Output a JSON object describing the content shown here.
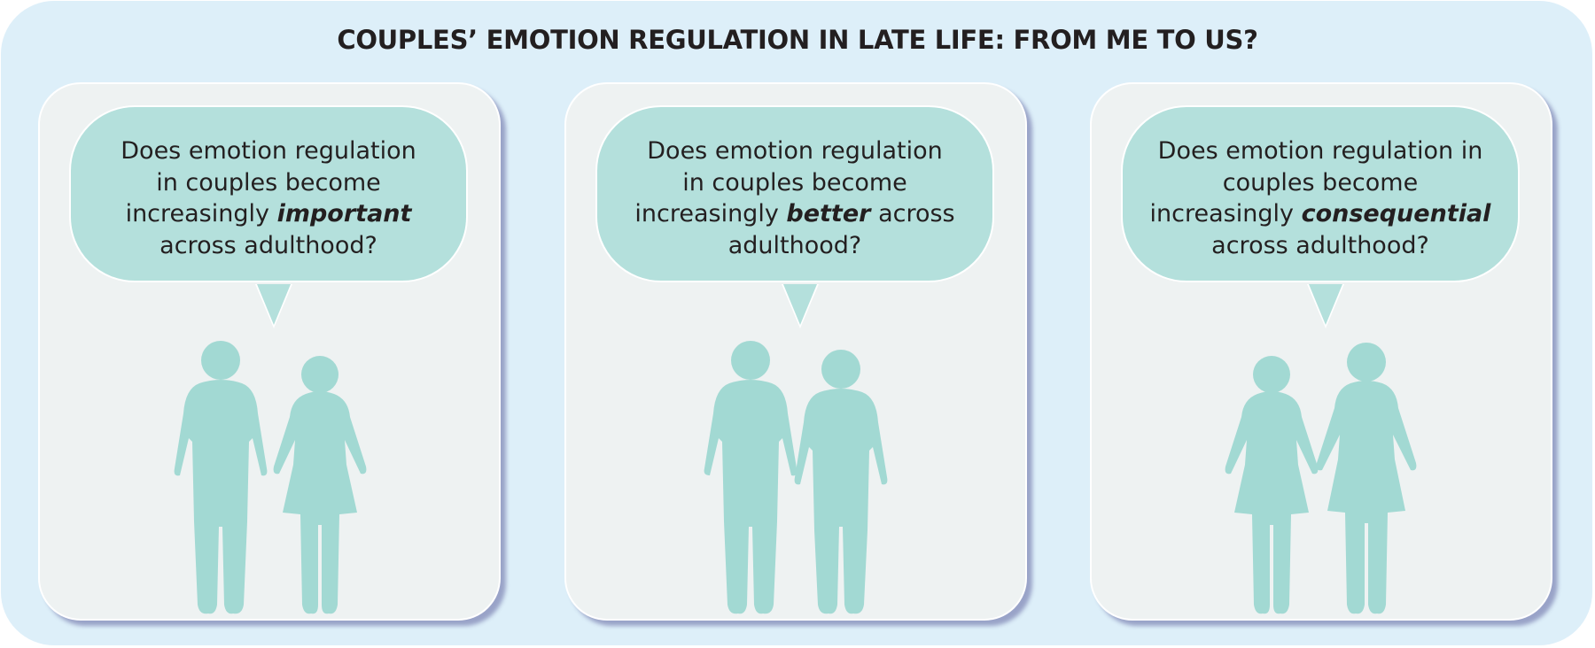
{
  "title": "COUPLES’ EMOTION REGULATION IN LATE LIFE: FROM ME TO US?",
  "panels": [
    {
      "line1": "Does emotion regulation",
      "line2": "in couples become",
      "line3_pre": "increasingly ",
      "line3_em": "important",
      "line3_post": "",
      "line4": "across adulthood?",
      "figures": [
        "man",
        "woman"
      ]
    },
    {
      "line1": "Does emotion regulation",
      "line2": "in couples become",
      "line3_pre": "increasingly ",
      "line3_em": "better",
      "line3_post": " across",
      "line4": "adulthood?",
      "figures": [
        "man",
        "man"
      ]
    },
    {
      "line1": "Does emotion regulation in",
      "line2": "couples become",
      "line3_pre": "increasingly ",
      "line3_em": "consequential",
      "line3_post": "",
      "line4": "across adulthood?",
      "figures": [
        "woman",
        "woman"
      ]
    }
  ],
  "colors": {
    "background": "#ddeff9",
    "panel": "#eef2f2",
    "bubble": "#b4e0dc",
    "figure": "#a2d9d3",
    "text": "#231f20"
  }
}
